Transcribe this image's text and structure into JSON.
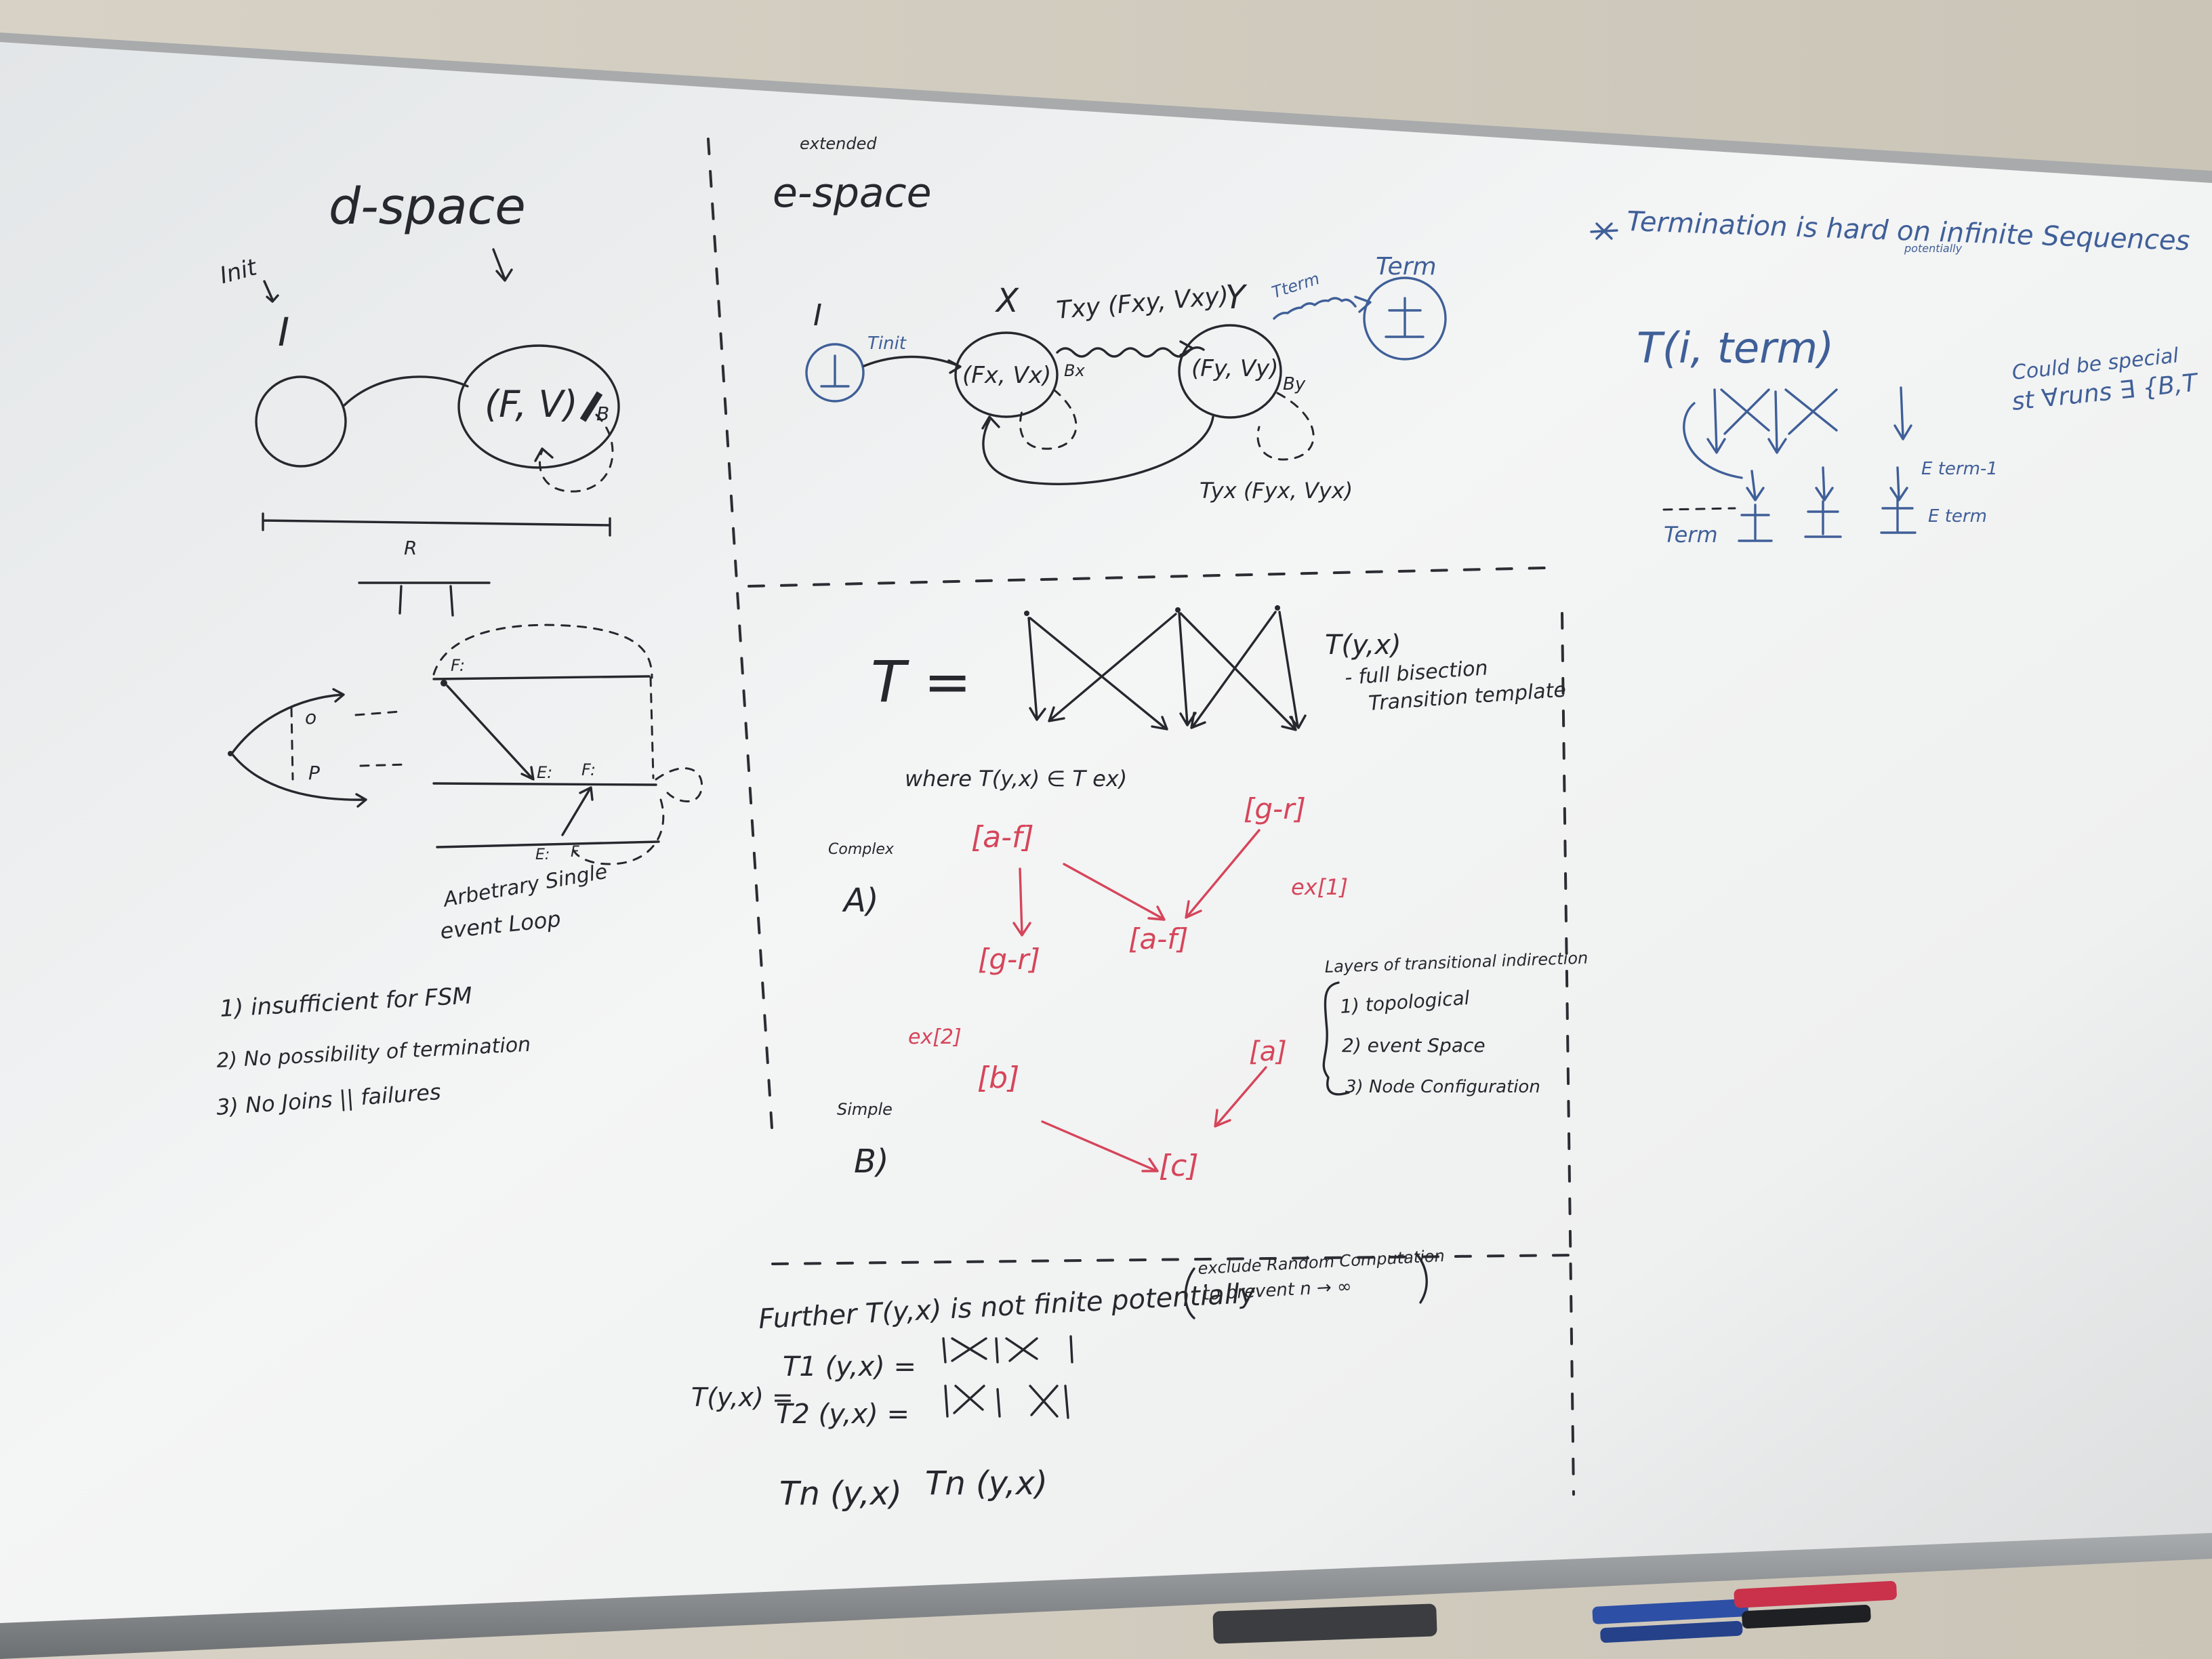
{
  "board": {
    "d_space": {
      "title": "d-space",
      "init_label": "Init",
      "init_node": "I",
      "node_label": "(F, V)",
      "b_label": "B",
      "r_label": "R",
      "pi_label": "TT",
      "o_label": "o",
      "p_label": "P",
      "f_top": "F:",
      "e_mid": "E:",
      "f_mid": "F:",
      "e_low": "E:",
      "f_low": "F",
      "loop_caption_1": "Arbetrary Single",
      "loop_caption_2": "event Loop",
      "notes": [
        "1) insufficient for FSM",
        "2) No possibility of termination",
        "3) No Joins || failures"
      ]
    },
    "e_space": {
      "extended": "extended",
      "title": "e-space",
      "i_label": "I",
      "tinit": "Tinit",
      "x_label": "X",
      "y_label": "Y",
      "node_x": "(Fx, Vx)",
      "node_y": "(Fy, Vy)",
      "bx": "Bx",
      "by": "By",
      "txy": "Txy (Fxy, Vxy)",
      "tyx": "Tyx (Fyx, Vyx)",
      "tterm": "Tterm",
      "term_label": "Term"
    },
    "transitions": {
      "t_eq": "T =",
      "tyx_label": "T(y,x)",
      "full_bisection": "- full bisection",
      "transition_template": "Transition template",
      "where": "where T(y,x) ∈ T ex)",
      "complex": "Complex",
      "a_label": "A)",
      "simple": "Simple",
      "b_label": "B)",
      "red_af_1": "[a-f]",
      "red_gr_1": "[g-r]",
      "red_gr_2": "[g-r]",
      "red_af_2": "[a-f]",
      "red_ex1": "ex[1]",
      "red_ex2": "ex[2]",
      "red_b": "[b]",
      "red_a": "[a]",
      "red_c": "[c]",
      "layers_title": "Layers of transitional indirection",
      "layers": [
        "1) topological",
        "2) event Space",
        "3) Node Configuration"
      ]
    },
    "further": {
      "line1": "Further T(y,x) is not finite potentially",
      "paren1": "exclude Random Computation",
      "paren2": "to prevent n → ∞",
      "lhs": "T(y,x) =",
      "t1": "T1 (y,x) =",
      "t2": "T2 (y,x) =",
      "tn1": "Tn (y,x)",
      "tn2": "Tn (y,x)"
    },
    "right": {
      "termination": "Termination is hard on infinite Sequences",
      "potentially": "potentially",
      "t_term": "T(i, term)",
      "term_label": "Term",
      "e_term_1": "E term-1",
      "e_term_2": "E term",
      "could_1": "Could be special",
      "could_2": "st ∀runs ∃ {B,T"
    }
  },
  "colors": {
    "black_marker": "#26282e",
    "blue_marker": "#3f5f98",
    "red_marker": "#d6455a",
    "whiteboard": "#eef0f0"
  },
  "markers": [
    "blue-marker",
    "red-marker",
    "blue-marker",
    "black-marker"
  ]
}
